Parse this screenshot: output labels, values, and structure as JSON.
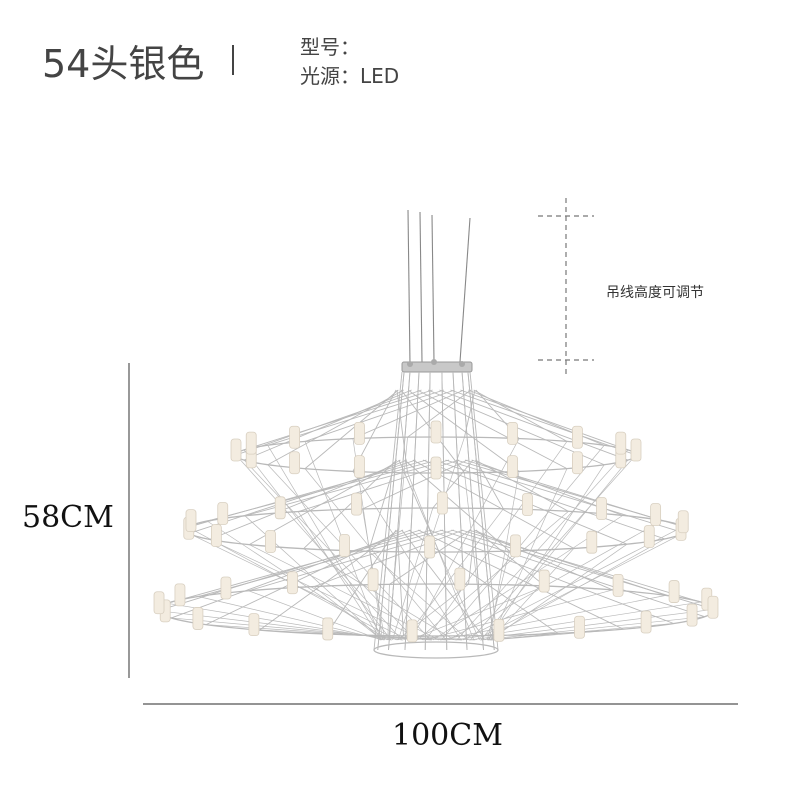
{
  "header": {
    "product_title": "54头银色",
    "model_label": "型号：",
    "light_source_label": "光源：LED"
  },
  "dimensions": {
    "height_label": "58CM",
    "width_label": "100CM",
    "suspension_note": "吊线高度可调节"
  },
  "colors": {
    "frame": "#b9b9b9",
    "lamp": "#f3ece0",
    "dimension_line": "#555555"
  }
}
